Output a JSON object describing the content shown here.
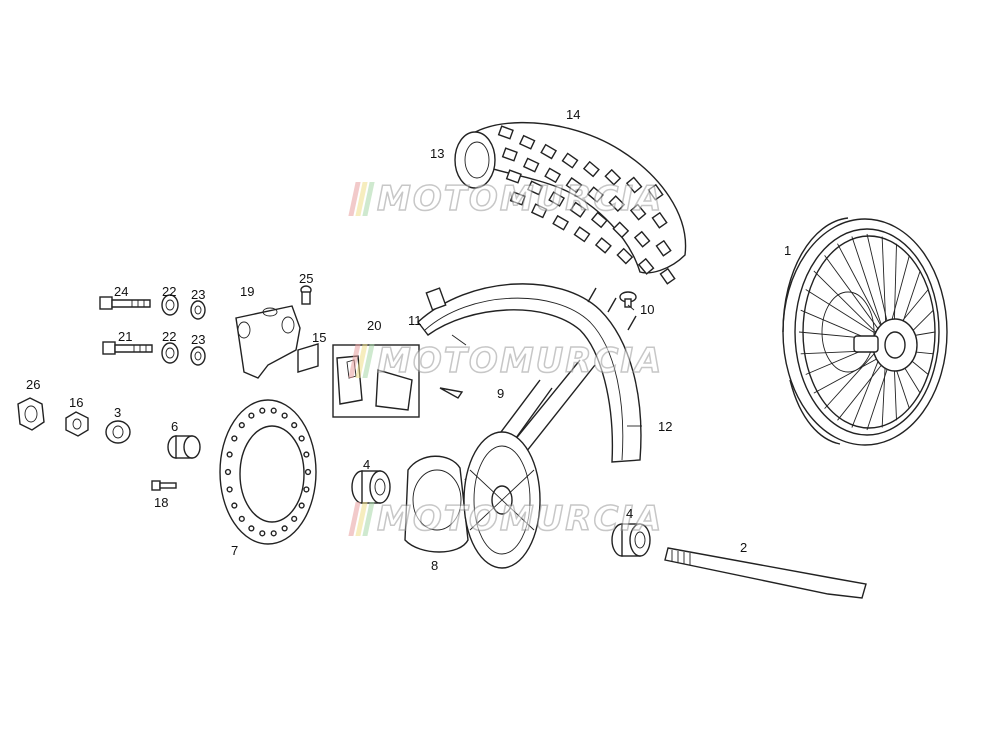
{
  "callouts": [
    {
      "n": "1"
    },
    {
      "n": "2"
    },
    {
      "n": "3"
    },
    {
      "n": "4"
    },
    {
      "n": "4"
    },
    {
      "n": "6"
    },
    {
      "n": "7"
    },
    {
      "n": "8"
    },
    {
      "n": "9"
    },
    {
      "n": "10"
    },
    {
      "n": "11"
    },
    {
      "n": "12"
    },
    {
      "n": "13"
    },
    {
      "n": "14"
    },
    {
      "n": "15"
    },
    {
      "n": "16"
    },
    {
      "n": "18"
    },
    {
      "n": "19"
    },
    {
      "n": "20"
    },
    {
      "n": "21"
    },
    {
      "n": "22"
    },
    {
      "n": "22"
    },
    {
      "n": "23"
    },
    {
      "n": "23"
    },
    {
      "n": "24"
    },
    {
      "n": "25"
    },
    {
      "n": "26"
    }
  ],
  "watermark": {
    "text": "MOTOMURCIA",
    "stripe_colors": [
      "#e9a0a0",
      "#f0e08a",
      "#a8d8a8"
    ]
  }
}
